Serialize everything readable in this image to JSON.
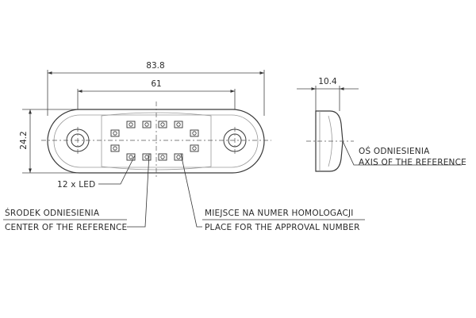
{
  "dimensions": {
    "overall_length": "83.8",
    "hole_spacing": "61",
    "height": "24.2",
    "depth": "10.4"
  },
  "labels": {
    "led_count": "12 x LED",
    "reference_center_pl": "ŚRODEK ODNIESIENIA",
    "reference_center_en": "CENTER OF THE REFERENCE",
    "approval_place_pl": "MIEJSCE NA NUMER HOMOLOGACJI",
    "approval_place_en": "PLACE FOR THE APPROVAL NUMBER",
    "reference_axis_pl": "OŚ ODNIESIENIA",
    "reference_axis_en": "AXIS OF THE REFERENCE"
  },
  "colors": {
    "line": "#3a3a3a",
    "background": "#ffffff"
  }
}
